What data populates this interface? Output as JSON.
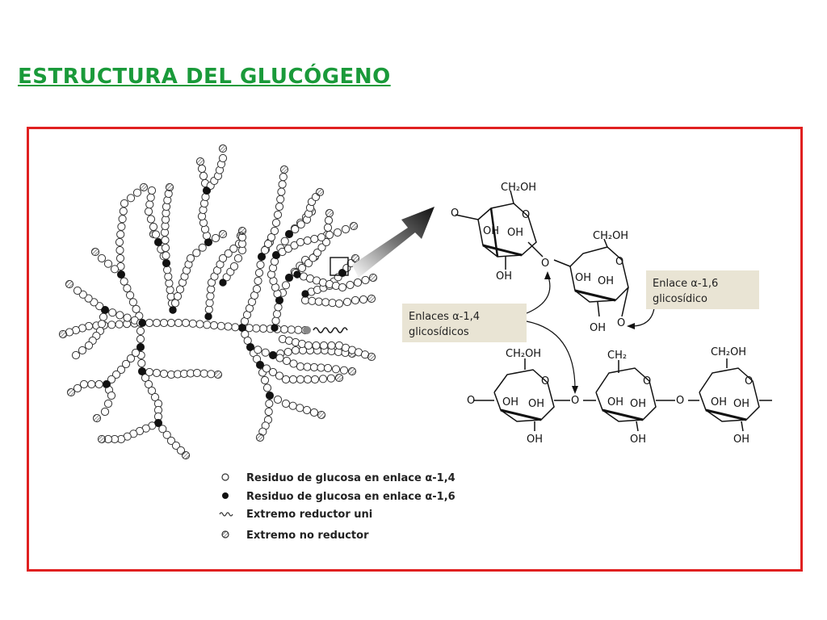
{
  "title": "ESTRUCTURA DEL GLUCÓGENO",
  "colors": {
    "title": "#1a9a3a",
    "frame": "#e02020",
    "label_box": "#e9e4d4"
  },
  "legend": [
    {
      "symbol": "open-circle",
      "text": "Residuo de glucosa en enlace α-1,4"
    },
    {
      "symbol": "filled-circle",
      "text": "Residuo de glucosa en enlace α-1,6"
    },
    {
      "symbol": "wavy-line",
      "text": "Extremo reductor uni"
    },
    {
      "symbol": "hatched-circle",
      "text": "Extremo no reductor"
    }
  ],
  "labels": {
    "enlace16_line1": "Enlace α-1,6",
    "enlace16_line2": "glicosídico",
    "enlace14_line1": "Enlaces α-1,4",
    "enlace14_line2": "glicosídicos"
  },
  "chem": {
    "ch2oh": "CH₂OH",
    "ch2": "CH₂",
    "oh": "OH",
    "o": "O"
  }
}
